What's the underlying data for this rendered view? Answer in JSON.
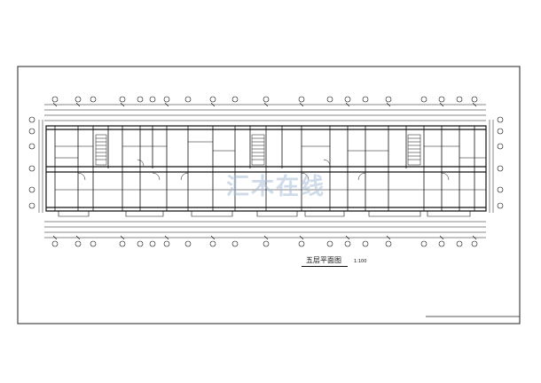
{
  "drawing": {
    "title": "五层平面图",
    "scale": "1:100",
    "watermark": "汇木在线"
  },
  "colors": {
    "line": "#111111",
    "frame": "#222222",
    "watermark": "#aabed7"
  },
  "grid_axes": {
    "top_count": 20,
    "bottom_count": 20,
    "left_count": 6,
    "right_count": 6
  }
}
